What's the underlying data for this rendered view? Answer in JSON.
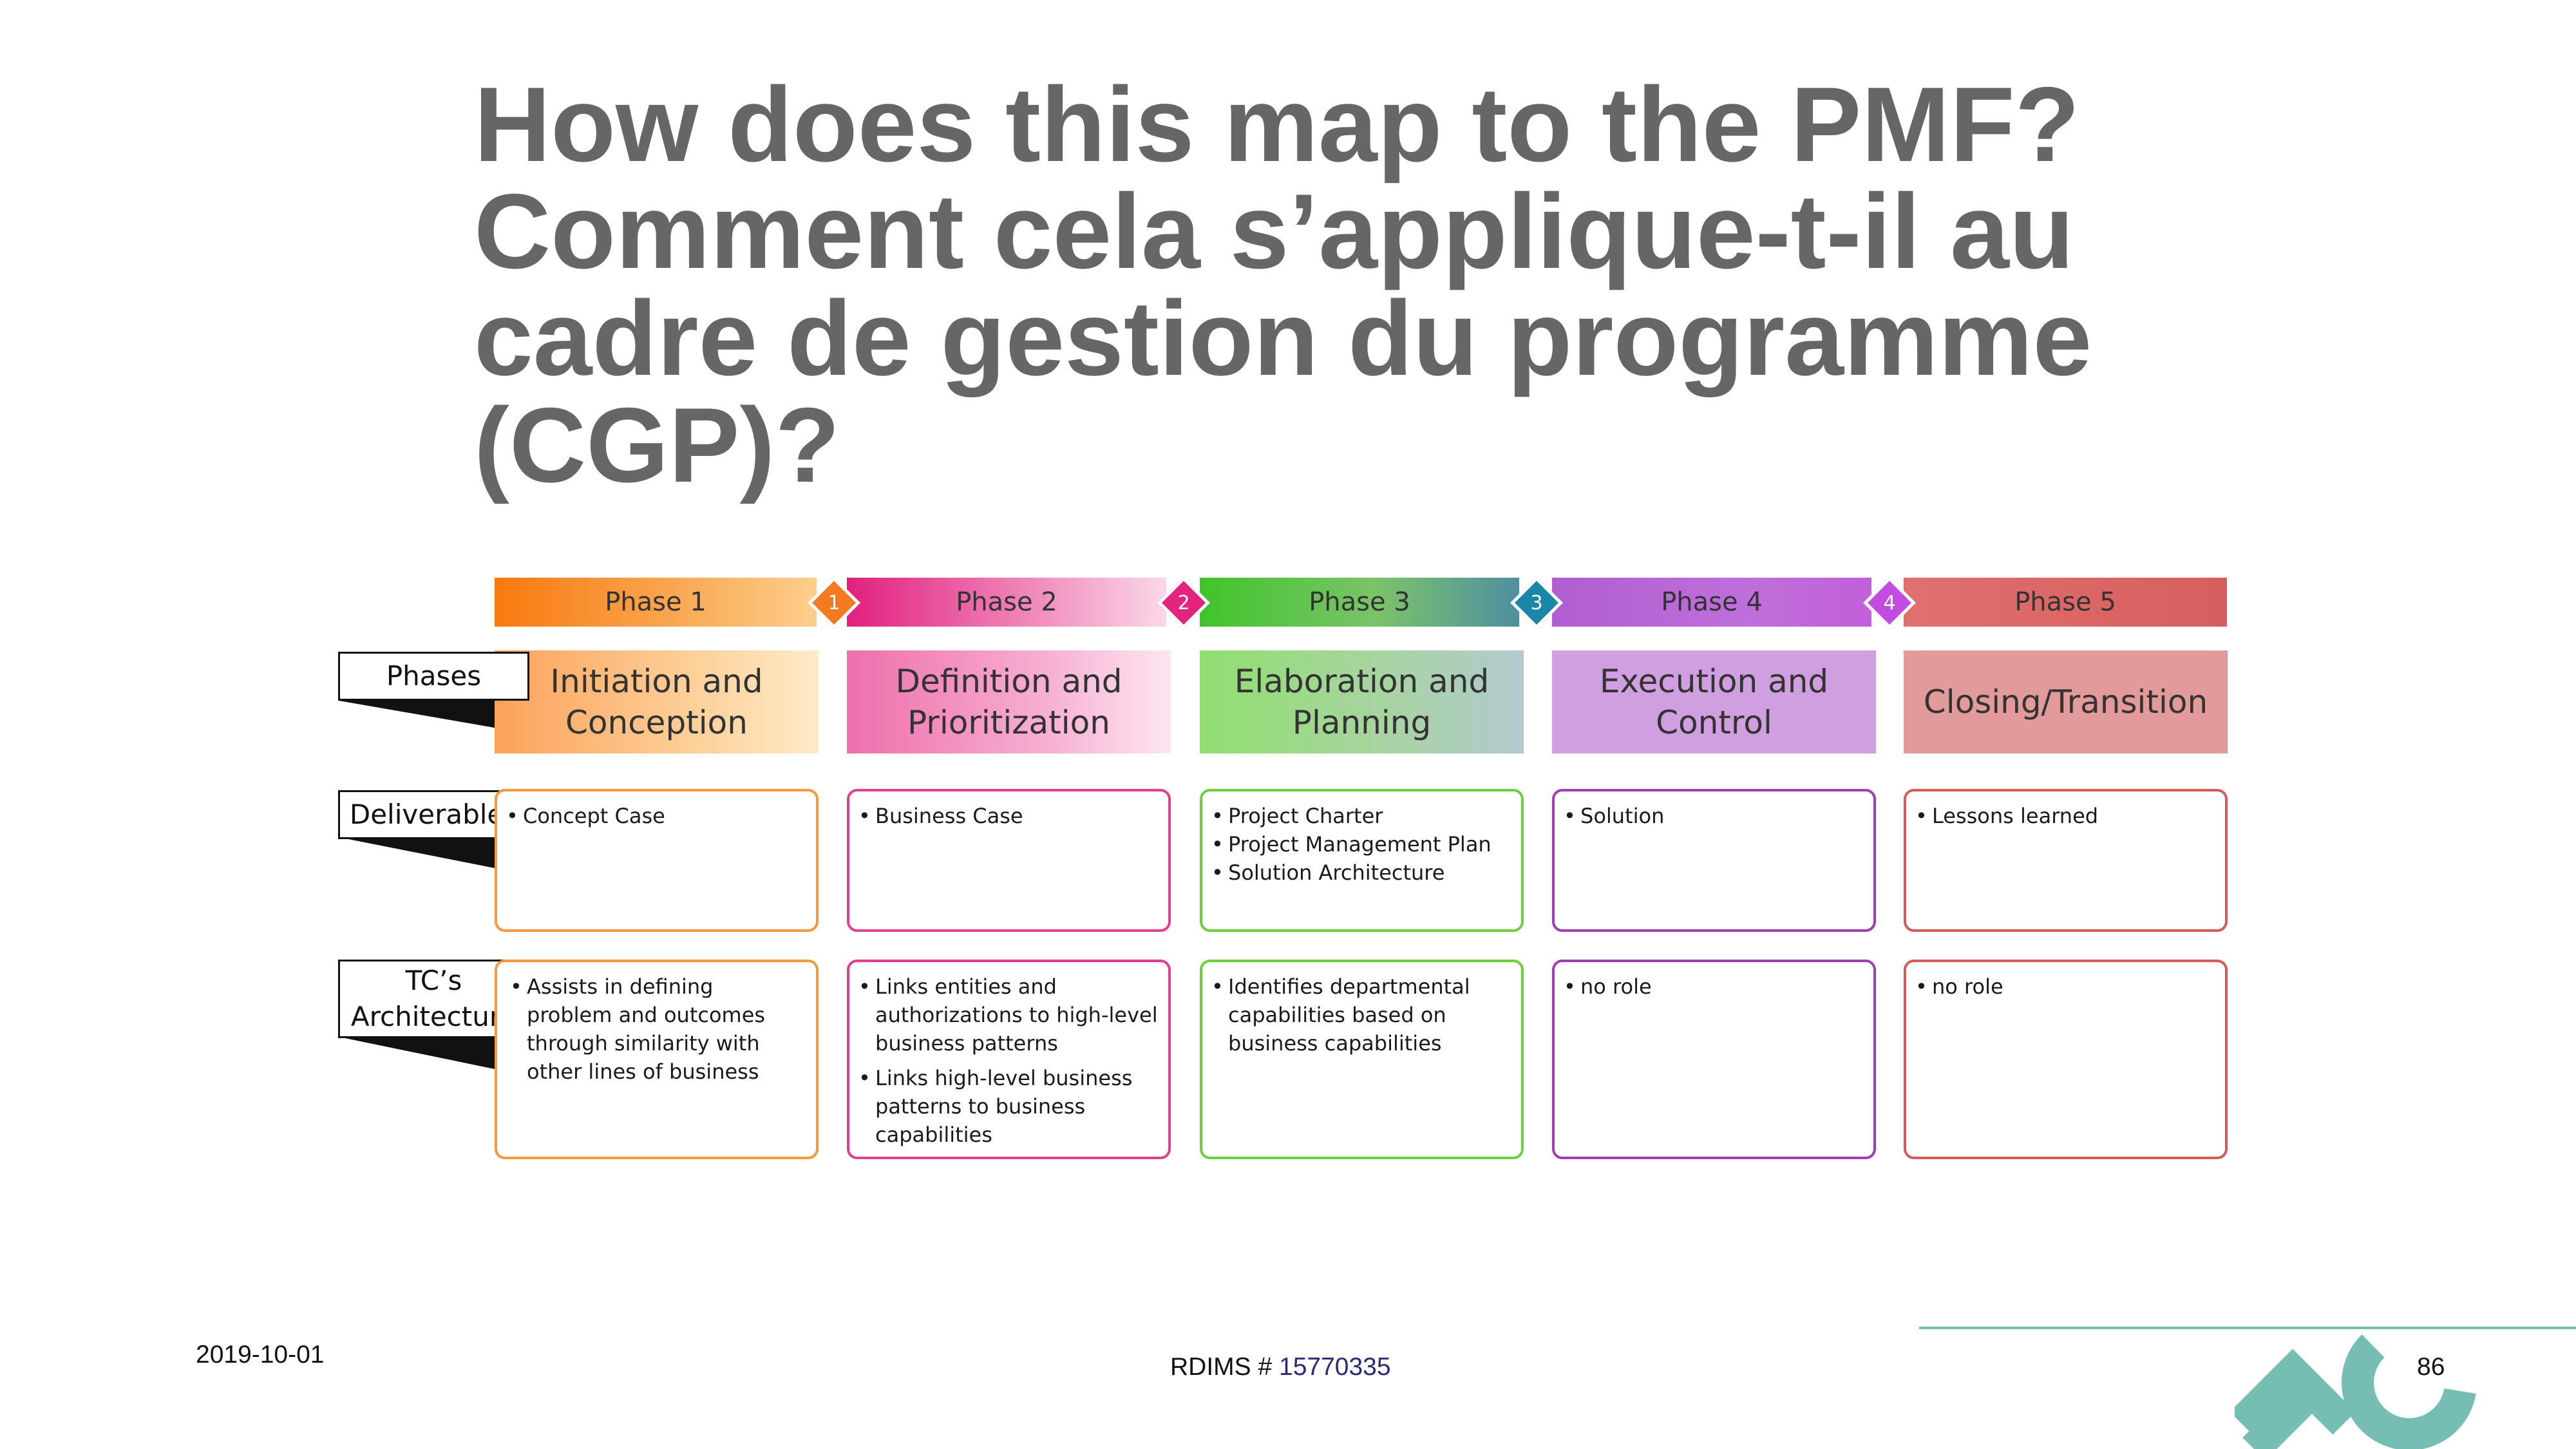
{
  "title_lines": [
    "How does this map to the PMF?",
    "Comment cela s’applique-t-il au",
    "cadre de gestion du programme",
    "(CGP)?"
  ],
  "row_labels": {
    "phases": "Phases",
    "deliverables": "Deliverables",
    "architecture": "TC’s\nArchitecture"
  },
  "phases": [
    {
      "bar_label": "Phase 1",
      "name": "Initiation and\nConception",
      "deliverables": [
        "Concept Case"
      ],
      "architecture": [
        "Assists in defining problem and outcomes through similarity with other lines of business"
      ],
      "color": "#f47a20"
    },
    {
      "bar_label": "Phase 2",
      "name": "Definition and\nPrioritization",
      "deliverables": [
        "Business Case"
      ],
      "architecture": [
        "Links entities and authorizations to high-level business patterns",
        "Links high-level business patterns to business capabilities"
      ],
      "color": "#e6338a"
    },
    {
      "bar_label": "Phase 3",
      "name": "Elaboration and\nPlanning",
      "deliverables": [
        "Project Charter",
        "Project Management Plan",
        "Solution Architecture"
      ],
      "architecture": [
        "Identifies departmental capabilities based on business capabilities"
      ],
      "color": "#5cc93a"
    },
    {
      "bar_label": "Phase 4",
      "name": "Execution and\nControl",
      "deliverables": [
        "Solution"
      ],
      "architecture": [
        "no role"
      ],
      "color": "#a03cb4"
    },
    {
      "bar_label": "Phase 5",
      "name": "Closing/Transition",
      "deliverables": [
        "Lessons learned"
      ],
      "architecture": [
        "no role"
      ],
      "color": "#d55a5a"
    }
  ],
  "milestones": [
    {
      "label": "1",
      "color": "#f47a20"
    },
    {
      "label": "2",
      "color": "#e2237f"
    },
    {
      "label": "3",
      "color": "#1a86a8"
    },
    {
      "label": "4",
      "color": "#c24be0"
    }
  ],
  "footer": {
    "date": "2019-10-01",
    "rdims_prefix": "RDIMS # ",
    "rdims_number": "15770335",
    "page": "86"
  },
  "colors": {
    "title": "#666666",
    "logo": "#76bdb4"
  },
  "logo_icon": "tc-logo-icon"
}
